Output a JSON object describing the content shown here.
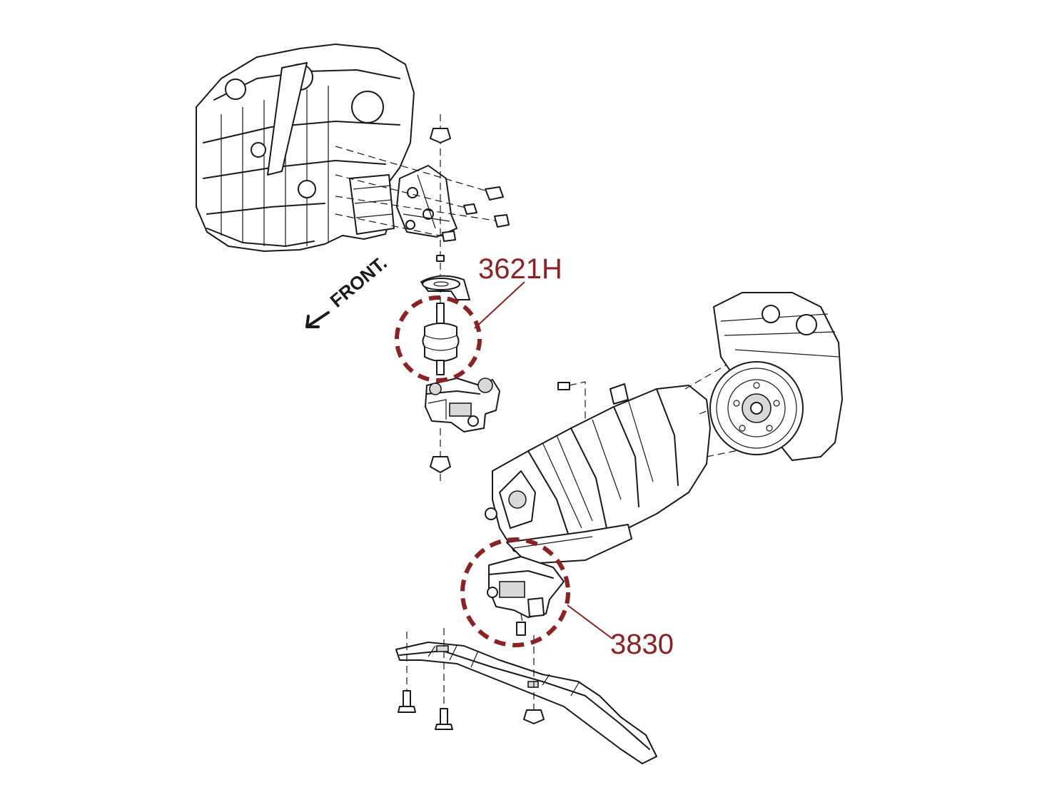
{
  "labels": {
    "part_3621h": "3621H",
    "part_3830": "3830",
    "front": "FRONT."
  },
  "colors": {
    "callout": "#8b2323",
    "line": "#1a1a1a",
    "background": "#ffffff"
  }
}
